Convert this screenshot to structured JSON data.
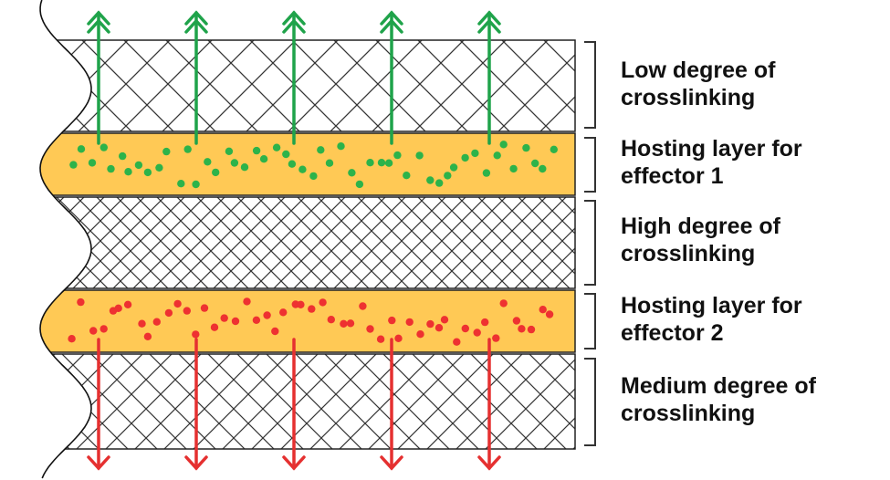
{
  "layers": [
    {
      "id": "low",
      "label_line1": "Low degree of",
      "label_line2": "crosslinking",
      "pattern": "coarse-crosshatch"
    },
    {
      "id": "host1",
      "label_line1": "Hosting layer for",
      "label_line2": "effector 1",
      "fill": "#ffc955",
      "dot_color": "#2db34a"
    },
    {
      "id": "high",
      "label_line1": "High degree of",
      "label_line2": "crosslinking",
      "pattern": "fine-crosshatch"
    },
    {
      "id": "host2",
      "label_line1": "Hosting layer for",
      "label_line2": "effector 2",
      "fill": "#ffc955",
      "dot_color": "#ee3131"
    },
    {
      "id": "medium",
      "label_line1": "Medium degree of",
      "label_line2": "crosslinking",
      "pattern": "medium-crosshatch"
    }
  ],
  "arrows": {
    "up_color": "#1fa34a",
    "down_color": "#e53030",
    "up_style": "double-chevron-up",
    "down_style": "single-chevron-down"
  },
  "colors": {
    "hatch": "#333333",
    "outline": "#222222",
    "bracket": "#333333"
  }
}
